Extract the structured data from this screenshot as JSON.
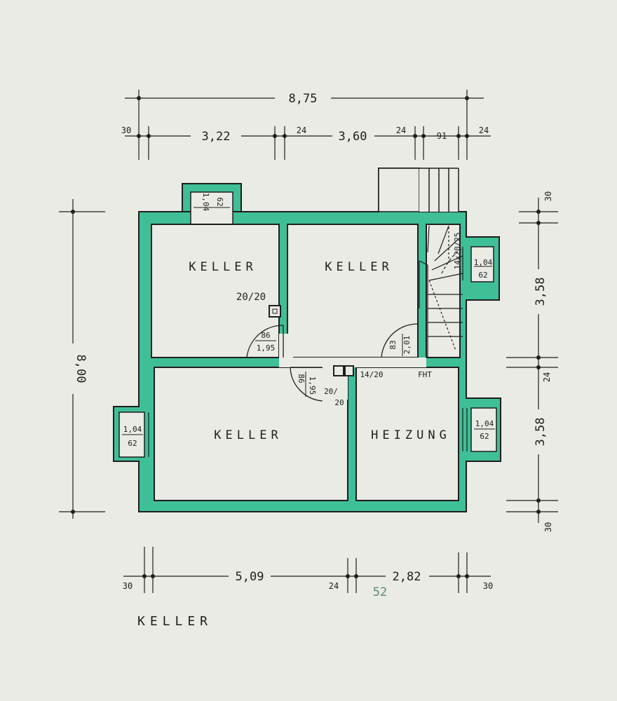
{
  "colors": {
    "wall": "#3fbf98",
    "ink": "#1e1e1e",
    "paper": "#e9ebe4",
    "pencil": "#5a8a70"
  },
  "dims": {
    "overall_width": "8,75",
    "top_left_wall": "30",
    "top_room1": "3,22",
    "top_wall_mid1": "24",
    "top_room2": "3,60",
    "top_wall_mid2": "24",
    "top_stair": "91",
    "top_right_wall": "24",
    "overall_height": "8,00",
    "right_top_wall": "30",
    "right_upper_room": "3,58",
    "right_mid_wall": "24",
    "right_lower_room": "3,58",
    "right_bottom_wall": "30",
    "bottom_left_wall": "30",
    "bottom_room_left": "5,09",
    "bottom_mid_wall": "24",
    "bottom_room_right": "2,82",
    "bottom_right_wall": "30",
    "bottom_pencil": "52"
  },
  "rooms": {
    "upper_left": "KELLER",
    "upper_right": "KELLER",
    "lower_left": "KELLER",
    "lower_right": "HEIZUNG"
  },
  "windows": {
    "top_w": "1,04",
    "top_h": "62",
    "right_upper_w": "1,04",
    "right_upper_h": "62",
    "left_w": "1,04",
    "left_h": "62",
    "right_lower_w": "1,04",
    "right_lower_h": "62"
  },
  "doors": {
    "d1_w": "86",
    "d1_h": "1,95",
    "d2_w": "86",
    "d2_h": "1,95",
    "d3_w": "83",
    "d3_h": "2,01"
  },
  "notes": {
    "chimney1": "20/20",
    "chimney2": "20/",
    "chimney2b": "20",
    "duct": "14/20",
    "fht": "FHT",
    "stairs": "14×20/25"
  },
  "plan_title": "KELLER"
}
